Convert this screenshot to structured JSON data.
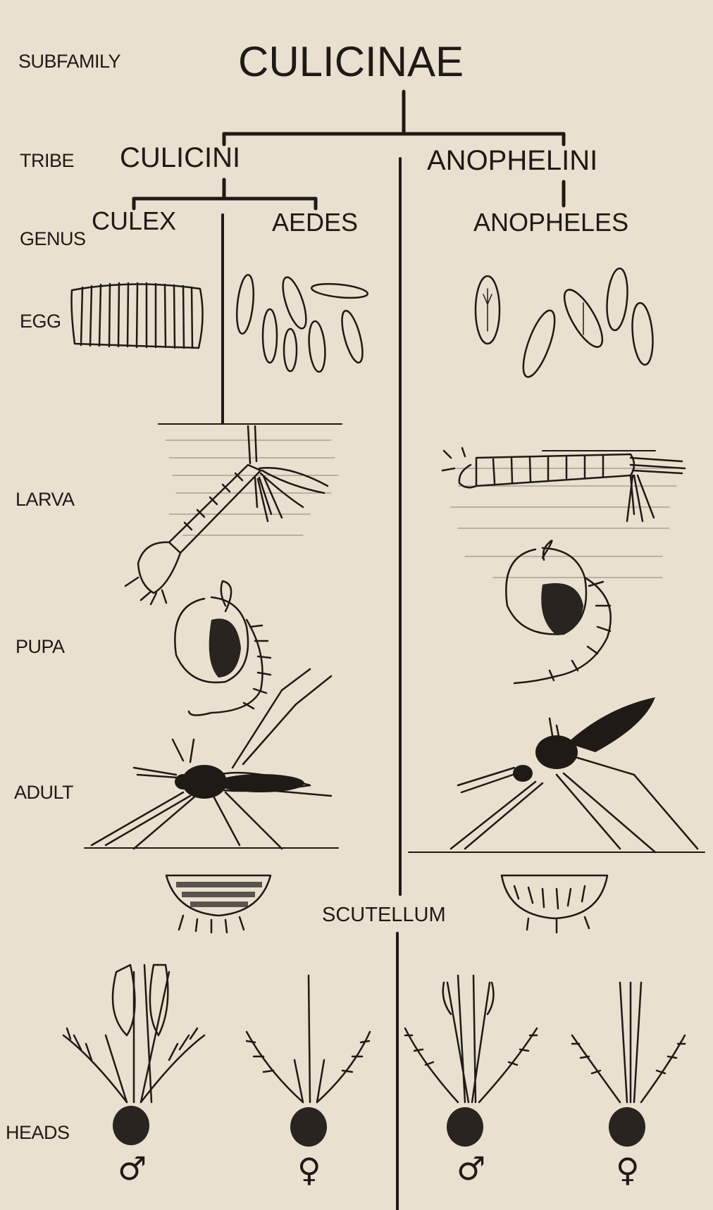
{
  "rank_labels": {
    "subfamily": "SUBFAMILY",
    "tribe": "TRIBE",
    "genus": "GENUS",
    "egg": "EGG",
    "larva": "LARVA",
    "pupa": "PUPA",
    "adult": "ADULT",
    "heads": "HEADS"
  },
  "taxa": {
    "subfamily": "CULICINAE",
    "tribe_left": "CULICINI",
    "tribe_right": "ANOPHELINI",
    "genus_culex": "CULEX",
    "genus_aedes": "AEDES",
    "genus_anopheles": "ANOPHELES"
  },
  "scutellum_label": "SCUTELLUM",
  "sex_symbols": {
    "male": "♂",
    "female": "♀"
  },
  "colors": {
    "paper": "#e9e0cf",
    "ink": "#1f1a16"
  }
}
